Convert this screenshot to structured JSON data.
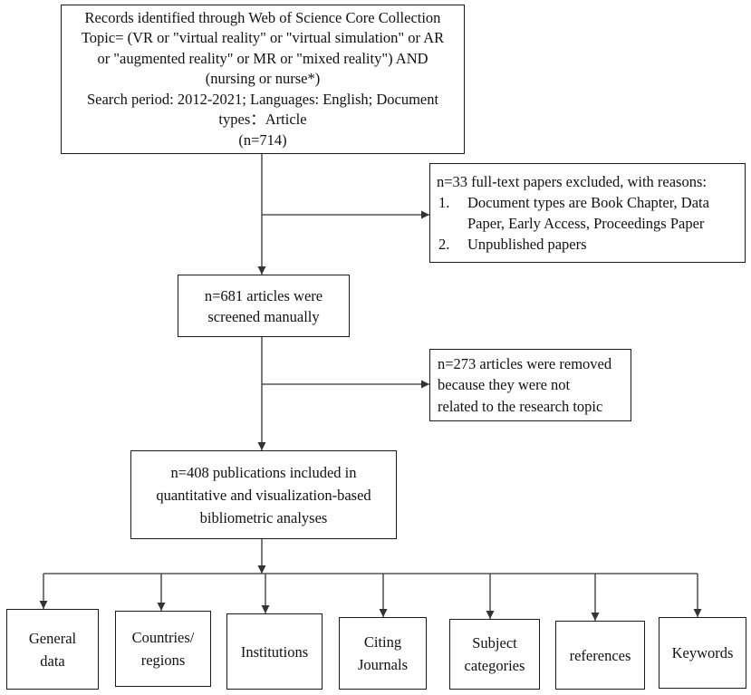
{
  "records_box": {
    "lines": [
      "Records identified through Web of Science Core Collection",
      "Topic= (VR or \"virtual reality\" or \"virtual simulation\" or AR",
      "or \"augmented reality\" or MR or \"mixed reality\") AND",
      "(nursing or nurse*)",
      "Search period: 2012-2021; Languages: English; Document",
      "types：Article",
      "(n=714)"
    ]
  },
  "exclusion_full_text": {
    "heading": "n=33 full-text papers excluded, with reasons:",
    "items": [
      {
        "marker": "1.",
        "lines": [
          "Document types are Book Chapter, Data",
          "Paper, Early Access, Proceedings Paper"
        ]
      },
      {
        "marker": "2.",
        "lines": [
          "Unpublished papers"
        ]
      }
    ]
  },
  "screened_box": {
    "lines": [
      "n=681 articles were",
      "screened manually"
    ]
  },
  "exclusion_topic": {
    "lines": [
      "n=273 articles were removed",
      "because they were not",
      "related to the research topic"
    ]
  },
  "included_box": {
    "lines": [
      "n=408 publications included in",
      "quantitative and visualization-based",
      "bibliometric analyses"
    ]
  },
  "analysis_categories": [
    {
      "lines": [
        "General",
        "data"
      ]
    },
    {
      "lines": [
        "Countries/",
        "regions"
      ]
    },
    {
      "lines": [
        "Institutions"
      ]
    },
    {
      "lines": [
        "Citing",
        "Journals"
      ]
    },
    {
      "lines": [
        "Subject",
        "categories"
      ]
    },
    {
      "lines": [
        "references"
      ]
    },
    {
      "lines": [
        "Keywords"
      ]
    }
  ],
  "colors": {
    "connector": "#333333",
    "border": "#1a1a1a"
  }
}
